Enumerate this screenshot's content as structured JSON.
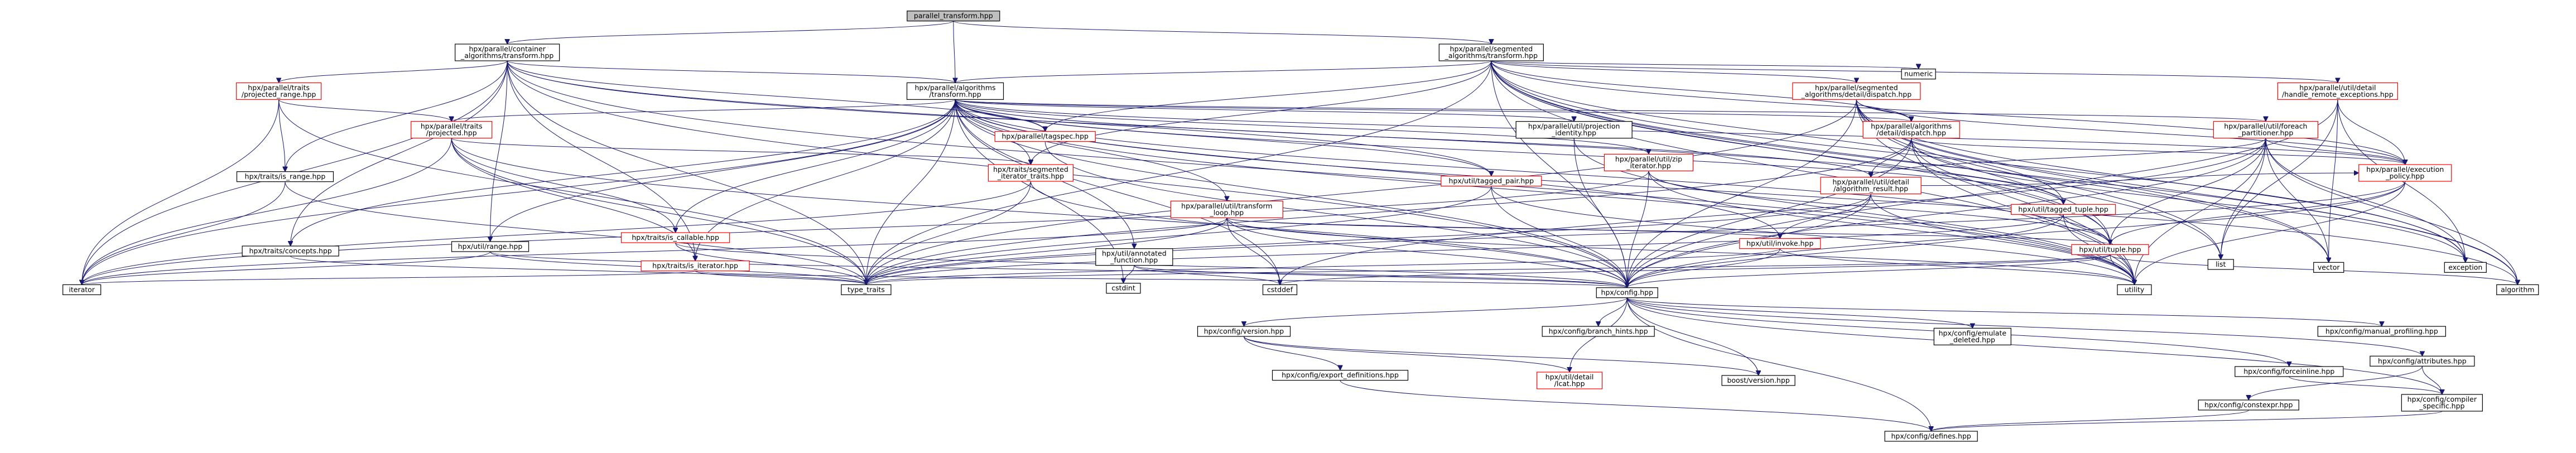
{
  "graph": {
    "colors": {
      "edge": "#191970",
      "root_fill": "#bfbfbf",
      "default_border": "#000000",
      "truncated_border": "#ff0000"
    },
    "nodes": [
      {
        "id": "root",
        "lines": [
          "parallel_transform.hpp"
        ],
        "kind": "root"
      },
      {
        "id": "container_transform",
        "lines": [
          "hpx/parallel/container",
          "_algorithms/transform.hpp"
        ],
        "kind": "normal"
      },
      {
        "id": "segmented_transform",
        "lines": [
          "hpx/parallel/segmented",
          "_algorithms/transform.hpp"
        ],
        "kind": "normal"
      },
      {
        "id": "algorithms_transform",
        "lines": [
          "hpx/parallel/algorithms",
          "/transform.hpp"
        ],
        "kind": "normal"
      },
      {
        "id": "traits_projected_range",
        "lines": [
          "hpx/parallel/traits",
          "/projected_range.hpp"
        ],
        "kind": "truncated"
      },
      {
        "id": "segmented_dispatch",
        "lines": [
          "hpx/parallel/segmented",
          "_algorithms/detail/dispatch.hpp"
        ],
        "kind": "truncated"
      },
      {
        "id": "is_range",
        "lines": [
          "hpx/traits/is_range.hpp"
        ],
        "kind": "normal"
      },
      {
        "id": "traits_projected",
        "lines": [
          "hpx/parallel/traits",
          "/projected.hpp"
        ],
        "kind": "truncated"
      },
      {
        "id": "tagspec",
        "lines": [
          "hpx/parallel/tagspec.hpp"
        ],
        "kind": "truncated"
      },
      {
        "id": "projection_identity",
        "lines": [
          "hpx/parallel/util/projection",
          "_identity.hpp"
        ],
        "kind": "normal"
      },
      {
        "id": "zip_iterator",
        "lines": [
          "hpx/parallel/util/zip",
          "_iterator.hpp"
        ],
        "kind": "truncated"
      },
      {
        "id": "algo_detail_dispatch",
        "lines": [
          "hpx/parallel/algorithms",
          "/detail/dispatch.hpp"
        ],
        "kind": "truncated"
      },
      {
        "id": "foreach_partitioner",
        "lines": [
          "hpx/parallel/util/foreach",
          "_partitioner.hpp"
        ],
        "kind": "truncated"
      },
      {
        "id": "handle_remote_exceptions",
        "lines": [
          "hpx/parallel/util/detail",
          "/handle_remote_exceptions.hpp"
        ],
        "kind": "truncated"
      },
      {
        "id": "segmented_iterator_traits",
        "lines": [
          "hpx/traits/segmented",
          "_iterator_traits.hpp"
        ],
        "kind": "truncated"
      },
      {
        "id": "transform_loop",
        "lines": [
          "hpx/parallel/util/transform",
          "_loop.hpp"
        ],
        "kind": "truncated"
      },
      {
        "id": "tagged_pair",
        "lines": [
          "hpx/util/tagged_pair.hpp"
        ],
        "kind": "truncated"
      },
      {
        "id": "algorithm_result",
        "lines": [
          "hpx/parallel/util/detail",
          "/algorithm_result.hpp"
        ],
        "kind": "truncated"
      },
      {
        "id": "tagged_tuple",
        "lines": [
          "hpx/util/tagged_tuple.hpp"
        ],
        "kind": "truncated"
      },
      {
        "id": "execution_policy",
        "lines": [
          "hpx/parallel/execution",
          "_policy.hpp"
        ],
        "kind": "truncated"
      },
      {
        "id": "concepts",
        "lines": [
          "hpx/traits/concepts.hpp"
        ],
        "kind": "normal"
      },
      {
        "id": "util_range",
        "lines": [
          "hpx/util/range.hpp"
        ],
        "kind": "normal"
      },
      {
        "id": "is_callable",
        "lines": [
          "hpx/traits/is_callable.hpp"
        ],
        "kind": "truncated"
      },
      {
        "id": "is_iterator",
        "lines": [
          "hpx/traits/is_iterator.hpp"
        ],
        "kind": "truncated"
      },
      {
        "id": "annotated_function",
        "lines": [
          "hpx/util/annotated",
          "_function.hpp"
        ],
        "kind": "normal"
      },
      {
        "id": "invoke",
        "lines": [
          "hpx/util/invoke.hpp"
        ],
        "kind": "truncated"
      },
      {
        "id": "util_tuple",
        "lines": [
          "hpx/util/tuple.hpp"
        ],
        "kind": "truncated"
      },
      {
        "id": "numeric",
        "lines": [
          "numeric"
        ],
        "kind": "normal"
      },
      {
        "id": "list",
        "lines": [
          "list"
        ],
        "kind": "normal"
      },
      {
        "id": "vector",
        "lines": [
          "vector"
        ],
        "kind": "normal"
      },
      {
        "id": "exception",
        "lines": [
          "exception"
        ],
        "kind": "normal"
      },
      {
        "id": "iterator",
        "lines": [
          "iterator"
        ],
        "kind": "normal"
      },
      {
        "id": "type_traits",
        "lines": [
          "type_traits"
        ],
        "kind": "normal"
      },
      {
        "id": "cstdint",
        "lines": [
          "cstdint"
        ],
        "kind": "normal"
      },
      {
        "id": "cstddef",
        "lines": [
          "cstddef"
        ],
        "kind": "normal"
      },
      {
        "id": "utility",
        "lines": [
          "utility"
        ],
        "kind": "normal"
      },
      {
        "id": "algorithm",
        "lines": [
          "algorithm"
        ],
        "kind": "normal"
      },
      {
        "id": "config",
        "lines": [
          "hpx/config.hpp"
        ],
        "kind": "normal"
      },
      {
        "id": "config_version",
        "lines": [
          "hpx/config/version.hpp"
        ],
        "kind": "normal"
      },
      {
        "id": "branch_hints",
        "lines": [
          "hpx/config/branch_hints.hpp"
        ],
        "kind": "normal"
      },
      {
        "id": "emulate_deleted",
        "lines": [
          "hpx/config/emulate",
          "_deleted.hpp"
        ],
        "kind": "normal"
      },
      {
        "id": "manual_profiling",
        "lines": [
          "hpx/config/manual_profiling.hpp"
        ],
        "kind": "normal"
      },
      {
        "id": "attributes",
        "lines": [
          "hpx/config/attributes.hpp"
        ],
        "kind": "normal"
      },
      {
        "id": "forceinline",
        "lines": [
          "hpx/config/forceinline.hpp"
        ],
        "kind": "normal"
      },
      {
        "id": "export_definitions",
        "lines": [
          "hpx/config/export_definitions.hpp"
        ],
        "kind": "normal"
      },
      {
        "id": "lcos_local_detail",
        "lines": [
          "hpx/util/detail",
          "/lcat.hpp"
        ],
        "kind": "truncated"
      },
      {
        "id": "boost_version",
        "lines": [
          "boost/version.hpp"
        ],
        "kind": "normal"
      },
      {
        "id": "constexpr",
        "lines": [
          "hpx/config/constexpr.hpp"
        ],
        "kind": "normal"
      },
      {
        "id": "compiler_specific",
        "lines": [
          "hpx/config/compiler",
          "_specific.hpp"
        ],
        "kind": "normal"
      },
      {
        "id": "defines",
        "lines": [
          "hpx/config/defines.hpp"
        ],
        "kind": "normal"
      }
    ],
    "edges": [
      [
        "root",
        "container_transform"
      ],
      [
        "root",
        "segmented_transform"
      ],
      [
        "root",
        "algorithms_transform"
      ],
      [
        "container_transform",
        "algorithms_transform"
      ],
      [
        "container_transform",
        "traits_projected_range"
      ],
      [
        "container_transform",
        "is_range"
      ],
      [
        "container_transform",
        "tagspec"
      ],
      [
        "container_transform",
        "util_range"
      ],
      [
        "container_transform",
        "config"
      ],
      [
        "container_transform",
        "concepts"
      ],
      [
        "container_transform",
        "type_traits"
      ],
      [
        "container_transform",
        "utility"
      ],
      [
        "container_transform",
        "iterator"
      ],
      [
        "container_transform",
        "is_iterator"
      ],
      [
        "container_transform",
        "tagged_pair"
      ],
      [
        "container_transform",
        "tagged_tuple"
      ],
      [
        "segmented_transform",
        "algorithms_transform"
      ],
      [
        "segmented_transform",
        "segmented_dispatch"
      ],
      [
        "segmented_transform",
        "numeric"
      ],
      [
        "segmented_transform",
        "list"
      ],
      [
        "segmented_transform",
        "vector"
      ],
      [
        "segmented_transform",
        "exception"
      ],
      [
        "segmented_transform",
        "algorithm"
      ],
      [
        "segmented_transform",
        "utility"
      ],
      [
        "segmented_transform",
        "type_traits"
      ],
      [
        "segmented_transform",
        "config"
      ],
      [
        "segmented_transform",
        "execution_policy"
      ],
      [
        "segmented_transform",
        "algo_detail_dispatch"
      ],
      [
        "segmented_transform",
        "handle_remote_exceptions"
      ],
      [
        "segmented_transform",
        "segmented_iterator_traits"
      ],
      [
        "segmented_transform",
        "tagged_tuple"
      ],
      [
        "segmented_transform",
        "tagspec"
      ],
      [
        "segmented_transform",
        "util_tuple"
      ],
      [
        "algorithms_transform",
        "traits_projected"
      ],
      [
        "algorithms_transform",
        "tagspec"
      ],
      [
        "algorithms_transform",
        "projection_identity"
      ],
      [
        "algorithms_transform",
        "zip_iterator"
      ],
      [
        "algorithms_transform",
        "algo_detail_dispatch"
      ],
      [
        "algorithms_transform",
        "foreach_partitioner"
      ],
      [
        "algorithms_transform",
        "segmented_iterator_traits"
      ],
      [
        "algorithms_transform",
        "transform_loop"
      ],
      [
        "algorithms_transform",
        "tagged_pair"
      ],
      [
        "algorithms_transform",
        "algorithm_result"
      ],
      [
        "algorithms_transform",
        "tagged_tuple"
      ],
      [
        "algorithms_transform",
        "execution_policy"
      ],
      [
        "algorithms_transform",
        "concepts"
      ],
      [
        "algorithms_transform",
        "util_range"
      ],
      [
        "algorithms_transform",
        "is_callable"
      ],
      [
        "algorithms_transform",
        "is_iterator"
      ],
      [
        "algorithms_transform",
        "annotated_function"
      ],
      [
        "algorithms_transform",
        "invoke"
      ],
      [
        "algorithms_transform",
        "util_tuple"
      ],
      [
        "algorithms_transform",
        "config"
      ],
      [
        "algorithms_transform",
        "type_traits"
      ],
      [
        "algorithms_transform",
        "cstddef"
      ],
      [
        "algorithms_transform",
        "cstdint"
      ],
      [
        "algorithms_transform",
        "utility"
      ],
      [
        "algorithms_transform",
        "algorithm"
      ],
      [
        "algorithms_transform",
        "iterator"
      ],
      [
        "traits_projected_range",
        "is_range"
      ],
      [
        "traits_projected_range",
        "traits_projected"
      ],
      [
        "traits_projected_range",
        "type_traits"
      ],
      [
        "traits_projected_range",
        "iterator"
      ],
      [
        "segmented_dispatch",
        "algo_detail_dispatch"
      ],
      [
        "segmented_dispatch",
        "execution_policy"
      ],
      [
        "segmented_dispatch",
        "util_tuple"
      ],
      [
        "segmented_dispatch",
        "list"
      ],
      [
        "segmented_dispatch",
        "vector"
      ],
      [
        "segmented_dispatch",
        "exception"
      ],
      [
        "segmented_dispatch",
        "algorithm"
      ],
      [
        "segmented_dispatch",
        "utility"
      ],
      [
        "segmented_dispatch",
        "type_traits"
      ],
      [
        "segmented_dispatch",
        "config"
      ],
      [
        "is_range",
        "type_traits"
      ],
      [
        "is_range",
        "iterator"
      ],
      [
        "traits_projected",
        "is_iterator"
      ],
      [
        "traits_projected",
        "is_callable"
      ],
      [
        "traits_projected",
        "segmented_iterator_traits"
      ],
      [
        "traits_projected",
        "type_traits"
      ],
      [
        "traits_projected",
        "iterator"
      ],
      [
        "traits_projected",
        "config"
      ],
      [
        "tagspec",
        "config"
      ],
      [
        "projection_identity",
        "config"
      ],
      [
        "projection_identity",
        "utility"
      ],
      [
        "zip_iterator",
        "util_tuple"
      ],
      [
        "zip_iterator",
        "config"
      ],
      [
        "zip_iterator",
        "utility"
      ],
      [
        "zip_iterator",
        "iterator"
      ],
      [
        "algo_detail_dispatch",
        "execution_policy"
      ],
      [
        "algo_detail_dispatch",
        "algorithm_result"
      ],
      [
        "algo_detail_dispatch",
        "util_tuple"
      ],
      [
        "algo_detail_dispatch",
        "config"
      ],
      [
        "algo_detail_dispatch",
        "type_traits"
      ],
      [
        "algo_detail_dispatch",
        "utility"
      ],
      [
        "algo_detail_dispatch",
        "exception"
      ],
      [
        "foreach_partitioner",
        "execution_policy"
      ],
      [
        "foreach_partitioner",
        "algorithm_result"
      ],
      [
        "foreach_partitioner",
        "util_tuple"
      ],
      [
        "foreach_partitioner",
        "list"
      ],
      [
        "foreach_partitioner",
        "vector"
      ],
      [
        "foreach_partitioner",
        "exception"
      ],
      [
        "foreach_partitioner",
        "algorithm"
      ],
      [
        "foreach_partitioner",
        "config"
      ],
      [
        "foreach_partitioner",
        "cstddef"
      ],
      [
        "foreach_partitioner",
        "utility"
      ],
      [
        "handle_remote_exceptions",
        "execution_policy"
      ],
      [
        "handle_remote_exceptions",
        "list"
      ],
      [
        "handle_remote_exceptions",
        "exception"
      ],
      [
        "handle_remote_exceptions",
        "vector"
      ],
      [
        "handle_remote_exceptions",
        "config"
      ],
      [
        "segmented_iterator_traits",
        "config"
      ],
      [
        "segmented_iterator_traits",
        "iterator"
      ],
      [
        "segmented_iterator_traits",
        "type_traits"
      ],
      [
        "transform_loop",
        "invoke"
      ],
      [
        "transform_loop",
        "util_tuple"
      ],
      [
        "transform_loop",
        "config"
      ],
      [
        "transform_loop",
        "cstddef"
      ],
      [
        "transform_loop",
        "type_traits"
      ],
      [
        "transform_loop",
        "iterator"
      ],
      [
        "transform_loop",
        "utility"
      ],
      [
        "tagged_pair",
        "config"
      ],
      [
        "tagged_pair",
        "utility"
      ],
      [
        "tagged_pair",
        "type_traits"
      ],
      [
        "algorithm_result",
        "execution_policy"
      ],
      [
        "algorithm_result",
        "invoke"
      ],
      [
        "algorithm_result",
        "config"
      ],
      [
        "algorithm_result",
        "type_traits"
      ],
      [
        "algorithm_result",
        "utility"
      ],
      [
        "tagged_tuple",
        "util_tuple"
      ],
      [
        "tagged_tuple",
        "config"
      ],
      [
        "tagged_tuple",
        "utility"
      ],
      [
        "tagged_tuple",
        "type_traits"
      ],
      [
        "execution_policy",
        "util_tuple"
      ],
      [
        "execution_policy",
        "config"
      ],
      [
        "execution_policy",
        "type_traits"
      ],
      [
        "execution_policy",
        "utility"
      ],
      [
        "concepts",
        "type_traits"
      ],
      [
        "util_range",
        "config"
      ],
      [
        "util_range",
        "iterator"
      ],
      [
        "util_range",
        "type_traits"
      ],
      [
        "is_callable",
        "config"
      ],
      [
        "is_callable",
        "type_traits"
      ],
      [
        "is_iterator",
        "config"
      ],
      [
        "is_iterator",
        "type_traits"
      ],
      [
        "is_iterator",
        "iterator"
      ],
      [
        "annotated_function",
        "config"
      ],
      [
        "annotated_function",
        "cstddef"
      ],
      [
        "annotated_function",
        "cstdint"
      ],
      [
        "invoke",
        "config"
      ],
      [
        "invoke",
        "type_traits"
      ],
      [
        "invoke",
        "utility"
      ],
      [
        "util_tuple",
        "config"
      ],
      [
        "util_tuple",
        "cstddef"
      ],
      [
        "util_tuple",
        "type_traits"
      ],
      [
        "util_tuple",
        "utility"
      ],
      [
        "util_tuple",
        "algorithm"
      ],
      [
        "config",
        "config_version"
      ],
      [
        "config",
        "branch_hints"
      ],
      [
        "config",
        "emulate_deleted"
      ],
      [
        "config",
        "manual_profiling"
      ],
      [
        "config",
        "attributes"
      ],
      [
        "config",
        "forceinline"
      ],
      [
        "config",
        "lcos_local_detail"
      ],
      [
        "config",
        "boost_version"
      ],
      [
        "config",
        "defines"
      ],
      [
        "config",
        "compiler_specific"
      ],
      [
        "config_version",
        "export_definitions"
      ],
      [
        "config_version",
        "lcos_local_detail"
      ],
      [
        "config_version",
        "boost_version"
      ],
      [
        "attributes",
        "constexpr"
      ],
      [
        "attributes",
        "compiler_specific"
      ],
      [
        "forceinline",
        "compiler_specific"
      ],
      [
        "constexpr",
        "defines"
      ],
      [
        "compiler_specific",
        "defines"
      ],
      [
        "export_definitions",
        "defines"
      ]
    ]
  }
}
